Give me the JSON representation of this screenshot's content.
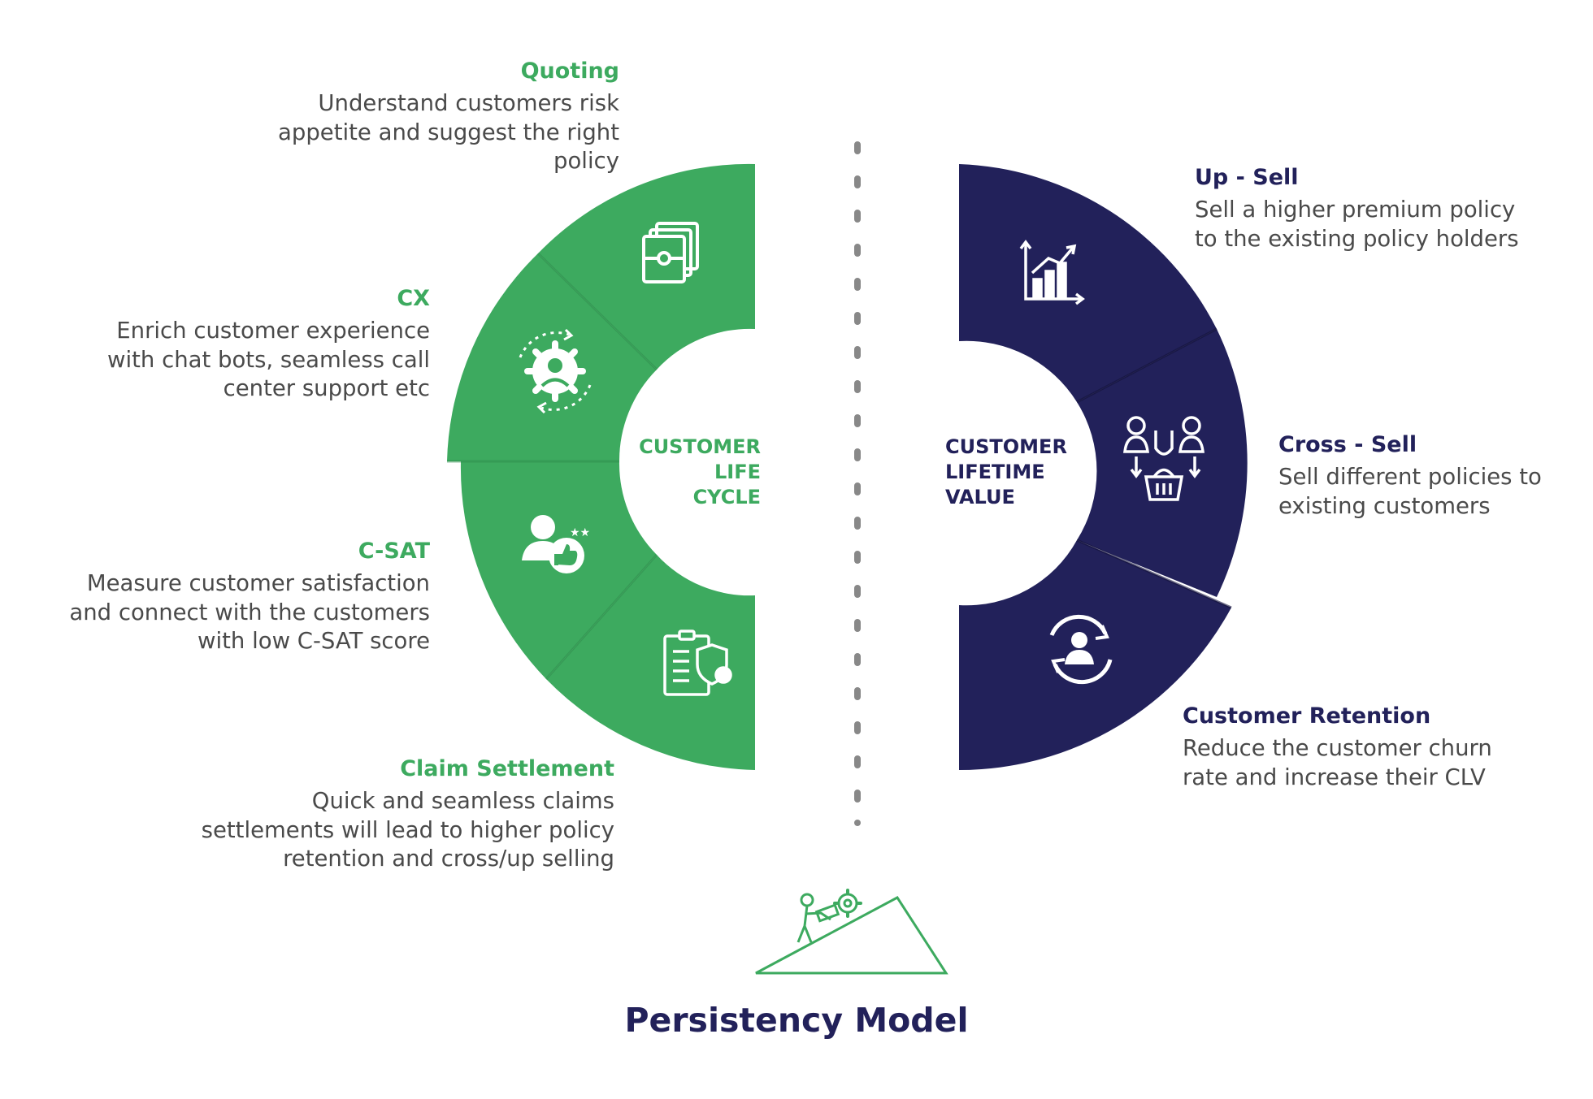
{
  "colors": {
    "green": "#3daa5f",
    "navy": "#22215a",
    "text": "#4a4a4a",
    "divider": "#888888"
  },
  "left": {
    "center_lines": [
      "CUSTOMER",
      "LIFE",
      "CYCLE"
    ],
    "items": [
      {
        "title": "Quoting",
        "lines": [
          "Understand customers risk",
          "appetite and suggest the right",
          "policy"
        ],
        "icon": "document-stack-icon"
      },
      {
        "title": "CX",
        "lines": [
          "Enrich customer experience",
          "with chat bots, seamless call",
          "center support etc"
        ],
        "icon": "support-agent-gear-icon"
      },
      {
        "title": "C-SAT",
        "lines": [
          "Measure customer satisfaction",
          "and connect with the customers",
          "with low C-SAT score"
        ],
        "icon": "user-thumbs-up-icon"
      },
      {
        "title": "Claim Settlement",
        "lines": [
          "Quick and seamless claims",
          "settlements will lead to higher policy",
          "retention and cross/up selling"
        ],
        "icon": "clipboard-shield-icon"
      }
    ]
  },
  "right": {
    "center_lines": [
      "CUSTOMER",
      "LIFETIME",
      "VALUE"
    ],
    "items": [
      {
        "title": "Up - Sell",
        "lines": [
          "Sell a higher premium policy",
          "to the existing policy holders"
        ],
        "icon": "bar-chart-growth-icon"
      },
      {
        "title": "Cross - Sell",
        "lines": [
          "Sell different policies to",
          "existing customers"
        ],
        "icon": "customers-magnet-basket-icon"
      },
      {
        "title": "Customer Retention",
        "lines": [
          "Reduce the customer churn",
          "rate and increase their CLV"
        ],
        "icon": "user-refresh-icon"
      }
    ]
  },
  "footer": {
    "title": "Persistency Model",
    "icon": "person-pushing-gear-uphill-icon"
  }
}
